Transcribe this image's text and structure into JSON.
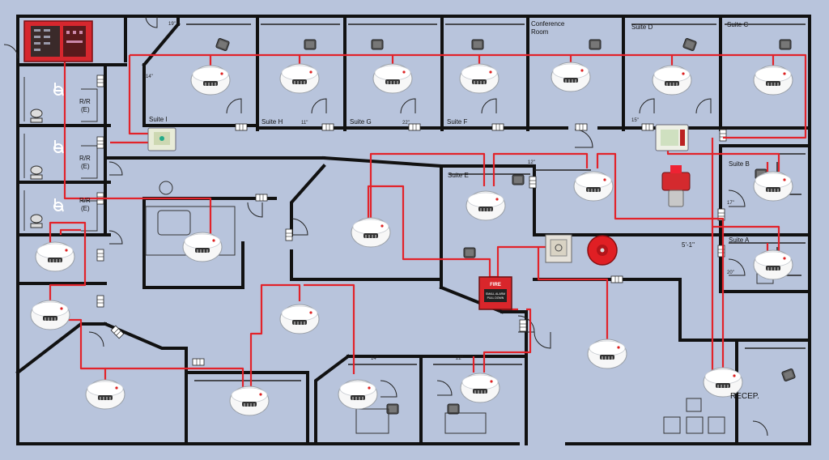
{
  "palette": {
    "background": "#b8c4dc",
    "wall": "#111111",
    "wiring": "#e2232a",
    "panel": "#d6272e",
    "detector": "#f4f4f4"
  },
  "rooms": {
    "suite_i": "Suite I",
    "suite_h": "Suite H",
    "suite_g": "Suite G",
    "suite_f": "Suite F",
    "conference_1": "Conference",
    "conference_2": "Room",
    "suite_d": "Suite D",
    "suite_c": "Suite C",
    "suite_e": "Suite E",
    "suite_b": "Suite B",
    "suite_a": "Suite A",
    "restroom_1_a": "R/R",
    "restroom_1_b": "(E)",
    "restroom_2_a": "R/R",
    "restroom_2_b": "(E)",
    "restroom_3_a": "R/R",
    "restroom_3_b": "(E)",
    "reception": "RECEP."
  },
  "dimensions": {
    "d1": "19\"",
    "d2": "11\"",
    "d3": "14\"",
    "d4": "22\"",
    "d5": "12\"",
    "d6": "15\"",
    "d7": "17\"",
    "d8": "5'-1\"",
    "d9": "20\"",
    "d10": "14\"",
    "d11": "22\""
  },
  "pull_station": {
    "line1": "FIRE",
    "line2": "SMALL ALARM",
    "line3": "PULL DOWN"
  },
  "icons": [
    "fire-alarm-control-panel-icon",
    "smoke-detector-icon",
    "manual-pull-station-icon",
    "alarm-bell-icon",
    "control-module-icon",
    "water-flow-switch-icon",
    "wheelchair-icon",
    "toilet-icon",
    "desk-chair-icon",
    "door-icon"
  ]
}
